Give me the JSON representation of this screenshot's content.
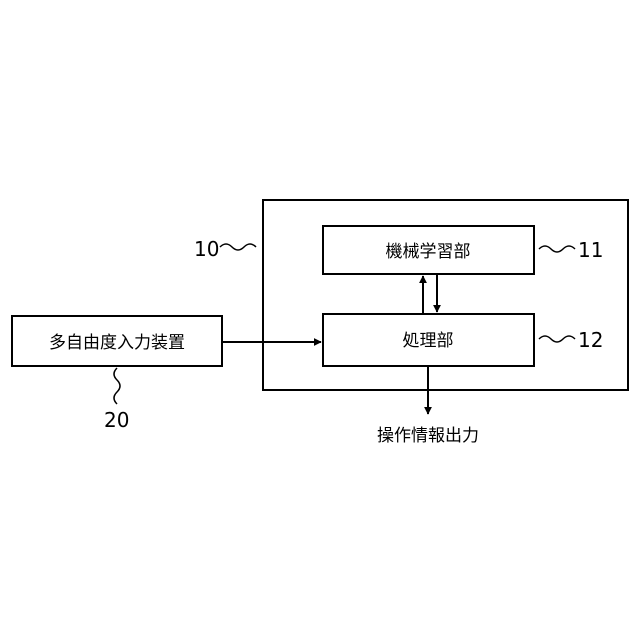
{
  "diagram": {
    "system_ref": "10",
    "ml_unit_label": "機械学習部",
    "ml_unit_ref": "11",
    "processing_label": "処理部",
    "processing_ref": "12",
    "input_device_label": "多自由度入力装置",
    "input_device_ref": "20",
    "output_label": "操作情報出力"
  }
}
